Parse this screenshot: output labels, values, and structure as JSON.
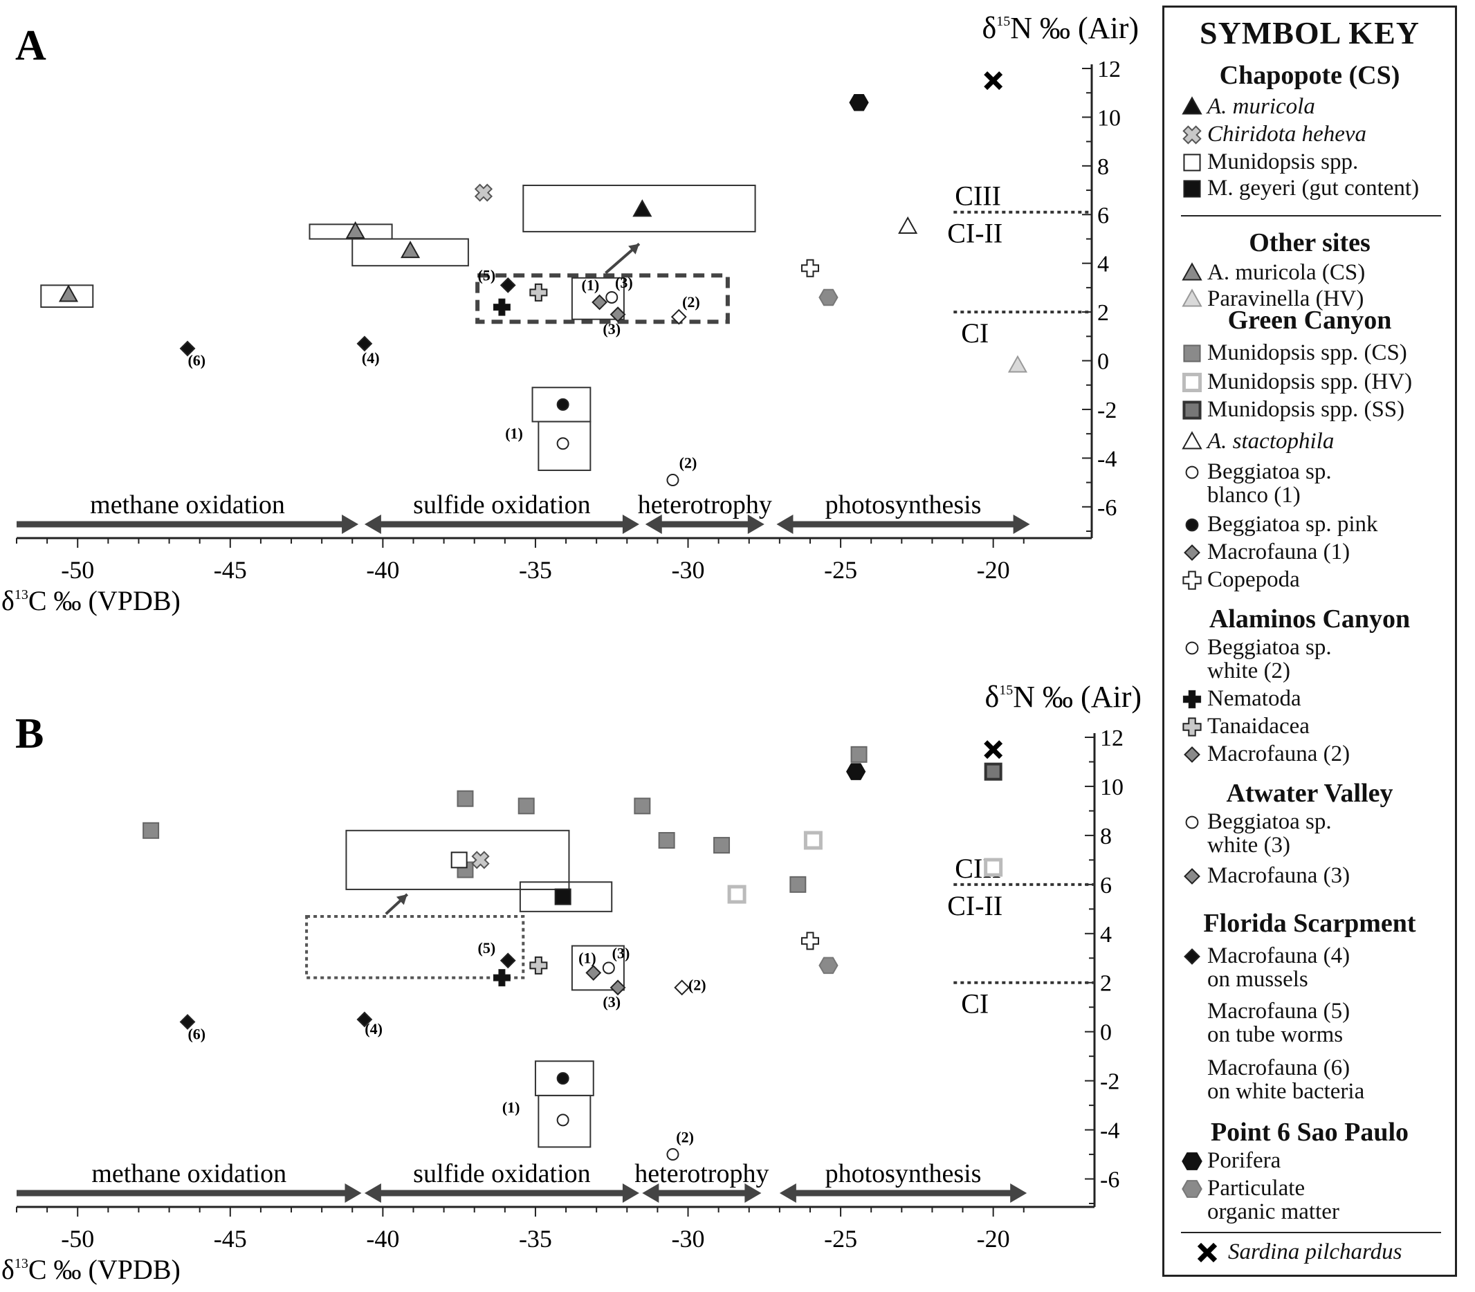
{
  "colors": {
    "black": "#111111",
    "dark_gray": "#555555",
    "mid_gray": "#8a8a8a",
    "light_gray": "#c8c8c8",
    "arrow": "#444444"
  },
  "chart_data": [
    {
      "type": "scatter",
      "panel_label": "A",
      "xlabel": "δ13C ‰ (VPDB)",
      "ylabel": "δ15N ‰ (Air)",
      "xlim": [
        -52,
        -17
      ],
      "ylim": [
        -7,
        12
      ],
      "xticks": [
        -50,
        -45,
        -40,
        -35,
        -30,
        -25,
        -20
      ],
      "yticks": [
        12,
        10,
        8,
        6,
        4,
        2,
        0,
        -2,
        -4,
        -6
      ],
      "grid": false,
      "trophic_levels": [
        {
          "label_above": "CIII",
          "label_below": "CI-II",
          "y": 6.1
        },
        {
          "label_below": "CI",
          "y": 2.0
        }
      ],
      "processes": [
        {
          "label": "methane oxidation",
          "from": -52,
          "to": -40.8,
          "style": "right"
        },
        {
          "label": "sulfide oxidation",
          "from": -40.6,
          "to": -31.6,
          "style": "both"
        },
        {
          "label": "heterotrophy",
          "from": -31.4,
          "to": -27.5,
          "style": "both"
        },
        {
          "label": "photosynthesis",
          "from": -27.1,
          "to": -18.8,
          "style": "both"
        }
      ],
      "boxes": [
        {
          "x0": -51.2,
          "x1": -49.5,
          "y0": 2.2,
          "y1": 3.1,
          "style": "solid"
        },
        {
          "x0": -42.4,
          "x1": -39.7,
          "y0": 5.0,
          "y1": 5.6,
          "style": "solid"
        },
        {
          "x0": -41.0,
          "x1": -37.2,
          "y0": 3.9,
          "y1": 5.0,
          "style": "solid"
        },
        {
          "x0": -35.4,
          "x1": -27.8,
          "y0": 5.3,
          "y1": 7.2,
          "style": "solid"
        },
        {
          "x0": -36.9,
          "x1": -28.7,
          "y0": 1.6,
          "y1": 3.5,
          "style": "dashed"
        },
        {
          "x0": -33.8,
          "x1": -32.1,
          "y0": 1.7,
          "y1": 3.4,
          "style": "solid"
        },
        {
          "x0": -35.1,
          "x1": -33.2,
          "y0": -2.5,
          "y1": -1.1,
          "style": "solid"
        },
        {
          "x0": -34.9,
          "x1": -33.2,
          "y0": -4.5,
          "y1": -2.5,
          "style": "solid"
        }
      ],
      "pointer": {
        "x0": -32.7,
        "y0": 3.6,
        "x1": -31.6,
        "y1": 4.8
      },
      "points": [
        {
          "series": "A. muricola (CS)",
          "marker": "triangle",
          "fill": "black",
          "x": -31.5,
          "y": 6.2
        },
        {
          "series": "Chiridota heheva",
          "marker": "xcross",
          "fill": "light",
          "x": -36.7,
          "y": 6.9
        },
        {
          "series": "A. muricola (CS) other sites",
          "marker": "triangle",
          "fill": "gray",
          "x": -50.3,
          "y": 2.7
        },
        {
          "series": "A. muricola (CS) other sites",
          "marker": "triangle",
          "fill": "gray",
          "x": -40.9,
          "y": 5.3
        },
        {
          "series": "A. muricola (CS) other sites",
          "marker": "triangle",
          "fill": "gray",
          "x": -39.1,
          "y": 4.5
        },
        {
          "series": "Paravinella (HV)",
          "marker": "triangle",
          "fill": "pale",
          "x": -19.2,
          "y": -0.2
        },
        {
          "series": "A. stactophila",
          "marker": "triangle",
          "fill": "white",
          "x": -22.8,
          "y": 5.5
        },
        {
          "series": "Beggiatoa sp. blanco (1)",
          "marker": "circle",
          "fill": "white",
          "x": -34.1,
          "y": -3.4
        },
        {
          "series": "Beggiatoa sp. pink",
          "marker": "circle",
          "fill": "black",
          "x": -34.1,
          "y": -1.8
        },
        {
          "series": "Beggiatoa sp. white (2)",
          "marker": "circle",
          "fill": "white",
          "x": -30.5,
          "y": -4.9
        },
        {
          "series": "Beggiatoa sp. white (3)",
          "marker": "circle",
          "fill": "white",
          "x": -32.5,
          "y": 2.6
        },
        {
          "series": "Macrofauna (1)",
          "marker": "diamond",
          "fill": "gray",
          "x": -32.9,
          "y": 2.4
        },
        {
          "series": "Macrofauna (2)",
          "marker": "diamond",
          "fill": "white",
          "x": -30.3,
          "y": 1.8
        },
        {
          "series": "Macrofauna (3)",
          "marker": "diamond",
          "fill": "gray",
          "x": -32.3,
          "y": 1.9
        },
        {
          "series": "Copepoda",
          "marker": "plus",
          "fill": "white",
          "x": -26.0,
          "y": 3.8
        },
        {
          "series": "Nematoda",
          "marker": "plus",
          "fill": "black",
          "x": -36.1,
          "y": 2.2
        },
        {
          "series": "Tanaidacea",
          "marker": "plus",
          "fill": "light",
          "x": -34.9,
          "y": 2.8
        },
        {
          "series": "Macrofauna (4) on mussels",
          "marker": "diamond",
          "fill": "black",
          "x": -40.6,
          "y": 0.7
        },
        {
          "series": "Macrofauna (5) on tube worms",
          "marker": "diamond",
          "fill": "black",
          "x": -35.9,
          "y": 3.1
        },
        {
          "series": "Macrofauna (6) on white bacteria",
          "marker": "diamond",
          "fill": "black",
          "x": -46.4,
          "y": 0.5
        },
        {
          "series": "Porifera",
          "marker": "hexagon",
          "fill": "black",
          "x": -24.4,
          "y": 10.6
        },
        {
          "series": "Particulate organic matter",
          "marker": "hexagon",
          "fill": "gray",
          "x": -25.4,
          "y": 2.6
        },
        {
          "series": "Sardina pilchardus",
          "marker": "xmark",
          "fill": "black",
          "x": -20.0,
          "y": 11.5
        }
      ],
      "annotations": [
        {
          "text": "(1)",
          "x": -35.7,
          "y": -3.2
        },
        {
          "text": "(2)",
          "x": -30.0,
          "y": -4.4
        },
        {
          "text": "(1)",
          "x": -33.2,
          "y": 2.9
        },
        {
          "text": "(3)",
          "x": -32.1,
          "y": 3.0
        },
        {
          "text": "(3)",
          "x": -32.5,
          "y": 1.1
        },
        {
          "text": "(2)",
          "x": -29.9,
          "y": 2.2
        },
        {
          "text": "(5)",
          "x": -36.6,
          "y": 3.3
        },
        {
          "text": "(4)",
          "x": -40.4,
          "y": -0.1
        },
        {
          "text": "(6)",
          "x": -46.1,
          "y": -0.2
        }
      ]
    },
    {
      "type": "scatter",
      "panel_label": "B",
      "xlabel": "δ13C ‰ (VPDB)",
      "ylabel": "δ15N ‰ (Air)",
      "xlim": [
        -52,
        -17
      ],
      "ylim": [
        -7,
        12
      ],
      "xticks": [
        -50,
        -45,
        -40,
        -35,
        -30,
        -25,
        -20
      ],
      "yticks": [
        12,
        10,
        8,
        6,
        4,
        2,
        0,
        -2,
        -4,
        -6
      ],
      "grid": false,
      "trophic_levels": [
        {
          "label_above": "CIII",
          "label_below": "CI-II",
          "y": 6.0
        },
        {
          "label_below": "CI",
          "y": 2.0
        }
      ],
      "processes": [
        {
          "label": "methane oxidation",
          "from": -52,
          "to": -40.7,
          "style": "right"
        },
        {
          "label": "sulfide oxidation",
          "from": -40.6,
          "to": -31.6,
          "style": "both"
        },
        {
          "label": "heterotrophy",
          "from": -31.5,
          "to": -27.6,
          "style": "both"
        },
        {
          "label": "photosynthesis",
          "from": -27.0,
          "to": -18.9,
          "style": "both"
        }
      ],
      "boxes": [
        {
          "x0": -41.2,
          "x1": -33.9,
          "y0": 5.8,
          "y1": 8.2,
          "style": "solid"
        },
        {
          "x0": -35.5,
          "x1": -32.5,
          "y0": 4.9,
          "y1": 6.1,
          "style": "solid"
        },
        {
          "x0": -42.5,
          "x1": -35.4,
          "y0": 2.2,
          "y1": 4.7,
          "style": "dotted"
        },
        {
          "x0": -33.8,
          "x1": -32.1,
          "y0": 1.7,
          "y1": 3.5,
          "style": "solid"
        },
        {
          "x0": -35.0,
          "x1": -33.1,
          "y0": -2.6,
          "y1": -1.2,
          "style": "solid"
        },
        {
          "x0": -34.9,
          "x1": -33.2,
          "y0": -4.7,
          "y1": -2.6,
          "style": "solid"
        }
      ],
      "pointer": {
        "x0": -39.9,
        "y0": 4.8,
        "x1": -39.2,
        "y1": 5.6
      },
      "points": [
        {
          "series": "Munidopsis spp. (CS) Green Canyon",
          "marker": "square",
          "fill": "gray",
          "x": -47.6,
          "y": 8.2
        },
        {
          "series": "Munidopsis spp. (CS) Green Canyon",
          "marker": "square",
          "fill": "gray",
          "x": -37.3,
          "y": 9.5
        },
        {
          "series": "Munidopsis spp. (CS) Green Canyon",
          "marker": "square",
          "fill": "gray",
          "x": -35.3,
          "y": 9.2
        },
        {
          "series": "Munidopsis spp. (CS) Green Canyon",
          "marker": "square",
          "fill": "gray",
          "x": -31.5,
          "y": 9.2
        },
        {
          "series": "Munidopsis spp. (CS) Green Canyon",
          "marker": "square",
          "fill": "gray",
          "x": -30.7,
          "y": 7.8
        },
        {
          "series": "Munidopsis spp. (CS) Green Canyon",
          "marker": "square",
          "fill": "gray",
          "x": -28.9,
          "y": 7.6
        },
        {
          "series": "Munidopsis spp. (CS) Green Canyon",
          "marker": "square",
          "fill": "gray",
          "x": -26.4,
          "y": 6.0
        },
        {
          "series": "Munidopsis spp. (CS) Green Canyon",
          "marker": "square",
          "fill": "gray",
          "x": -24.4,
          "y": 11.3
        },
        {
          "series": "Munidopsis spp. (CS) Green Canyon",
          "marker": "square",
          "fill": "gray",
          "x": -37.3,
          "y": 6.6
        },
        {
          "series": "Munidopsis spp. (HV)",
          "marker": "square",
          "fill": "hollow_light",
          "x": -28.4,
          "y": 5.6
        },
        {
          "series": "Munidopsis spp. (HV)",
          "marker": "square",
          "fill": "hollow_light",
          "x": -25.9,
          "y": 7.8
        },
        {
          "series": "Munidopsis spp. (HV)",
          "marker": "square",
          "fill": "hollow_light",
          "x": -20.0,
          "y": 6.7
        },
        {
          "series": "Munidopsis spp. (SS)",
          "marker": "square",
          "fill": "dark",
          "x": -20.0,
          "y": 10.6
        },
        {
          "series": "Munidopsis spp. (Chapopote)",
          "marker": "square",
          "fill": "white",
          "x": -37.5,
          "y": 7.0
        },
        {
          "series": "M. geyeri (gut content)",
          "marker": "square",
          "fill": "black",
          "x": -34.1,
          "y": 5.5
        },
        {
          "series": "Chiridota heheva",
          "marker": "xcross",
          "fill": "light",
          "x": -36.8,
          "y": 7.0
        },
        {
          "series": "Beggiatoa sp. pink",
          "marker": "circle",
          "fill": "black",
          "x": -34.1,
          "y": -1.9
        },
        {
          "series": "Beggiatoa sp. blanco (1)",
          "marker": "circle",
          "fill": "white",
          "x": -34.1,
          "y": -3.6
        },
        {
          "series": "Beggiatoa sp. white (2)",
          "marker": "circle",
          "fill": "white",
          "x": -30.5,
          "y": -5.0
        },
        {
          "series": "Beggiatoa sp. white (3)",
          "marker": "circle",
          "fill": "white",
          "x": -32.6,
          "y": 2.6
        },
        {
          "series": "Macrofauna (1)",
          "marker": "diamond",
          "fill": "gray",
          "x": -33.1,
          "y": 2.4
        },
        {
          "series": "Macrofauna (2)",
          "marker": "diamond",
          "fill": "white",
          "x": -30.2,
          "y": 1.8
        },
        {
          "series": "Macrofauna (3)",
          "marker": "diamond",
          "fill": "gray",
          "x": -32.3,
          "y": 1.8
        },
        {
          "series": "Copepoda",
          "marker": "plus",
          "fill": "white",
          "x": -26.0,
          "y": 3.7
        },
        {
          "series": "Nematoda",
          "marker": "plus",
          "fill": "black",
          "x": -36.1,
          "y": 2.2
        },
        {
          "series": "Tanaidacea",
          "marker": "plus",
          "fill": "light",
          "x": -34.9,
          "y": 2.7
        },
        {
          "series": "Macrofauna (4) on mussels",
          "marker": "diamond",
          "fill": "black",
          "x": -40.6,
          "y": 0.5
        },
        {
          "series": "Macrofauna (5) on tube worms",
          "marker": "diamond",
          "fill": "black",
          "x": -35.9,
          "y": 2.9
        },
        {
          "series": "Macrofauna (6) on white bacteria",
          "marker": "diamond",
          "fill": "black",
          "x": -46.4,
          "y": 0.4
        },
        {
          "series": "Porifera",
          "marker": "hexagon",
          "fill": "black",
          "x": -24.5,
          "y": 10.6
        },
        {
          "series": "Particulate organic matter",
          "marker": "hexagon",
          "fill": "gray",
          "x": -25.4,
          "y": 2.7
        },
        {
          "series": "Sardina pilchardus",
          "marker": "xmark",
          "fill": "black",
          "x": -20.0,
          "y": 11.5
        }
      ],
      "annotations": [
        {
          "text": "(1)",
          "x": -35.8,
          "y": -3.3
        },
        {
          "text": "(2)",
          "x": -30.1,
          "y": -4.5
        },
        {
          "text": "(1)",
          "x": -33.3,
          "y": 2.8
        },
        {
          "text": "(3)",
          "x": -32.2,
          "y": 3.0
        },
        {
          "text": "(3)",
          "x": -32.5,
          "y": 1.0
        },
        {
          "text": "(2)",
          "x": -29.7,
          "y": 1.7
        },
        {
          "text": "(5)",
          "x": -36.6,
          "y": 3.2
        },
        {
          "text": "(4)",
          "x": -40.3,
          "y": -0.1
        },
        {
          "text": "(6)",
          "x": -46.1,
          "y": -0.3
        }
      ]
    }
  ],
  "symbol_key": {
    "title": "SYMBOL KEY",
    "groups": [
      {
        "name": "Chapopote (CS)",
        "entries": [
          {
            "symbol": "triangle-black",
            "label": "A. muricola",
            "italic": true
          },
          {
            "symbol": "xcross-light",
            "label": "Chiridota heheva",
            "italic": true
          },
          {
            "symbol": "square-white",
            "label": "Munidopsis spp.",
            "italic": false
          },
          {
            "symbol": "square-black",
            "label": "M. geyeri (gut content)",
            "italic": false
          }
        ]
      },
      {
        "name": "Other sites",
        "entries": [
          {
            "symbol": "triangle-gray",
            "label": "A. muricola (CS)",
            "italic": false
          },
          {
            "symbol": "triangle-pale",
            "label": "Paravinella (HV)",
            "italic": false
          }
        ]
      },
      {
        "name": "Green Canyon",
        "entries": [
          {
            "symbol": "square-gray",
            "label": "Munidopsis spp. (CS)",
            "italic": false
          },
          {
            "symbol": "square-hollow-light",
            "label": "Munidopsis spp. (HV)",
            "italic": false
          },
          {
            "symbol": "square-dark",
            "label": "Munidopsis spp. (SS)",
            "italic": false
          },
          {
            "symbol": "triangle-white",
            "label": "A. stactophila",
            "italic": true
          },
          {
            "symbol": "circle-white",
            "label": "Beggiatoa sp.\n  blanco (1)",
            "italic": false
          },
          {
            "symbol": "circle-black",
            "label": "Beggiatoa sp. pink",
            "italic": false
          },
          {
            "symbol": "diamond-gray",
            "label": "Macrofauna (1)",
            "italic": false
          },
          {
            "symbol": "plus-white",
            "label": "Copepoda",
            "italic": false
          }
        ]
      },
      {
        "name": "Alaminos Canyon",
        "entries": [
          {
            "symbol": "circle-white",
            "label": "Beggiatoa sp.\n  white (2)",
            "italic": false
          },
          {
            "symbol": "plus-black",
            "label": "Nematoda",
            "italic": false
          },
          {
            "symbol": "plus-light",
            "label": "Tanaidacea",
            "italic": false
          },
          {
            "symbol": "diamond-gray",
            "label": "Macrofauna (2)",
            "italic": false
          }
        ]
      },
      {
        "name": "Atwater Valley",
        "entries": [
          {
            "symbol": "circle-white",
            "label": "Beggiatoa sp.\n  white (3)",
            "italic": false
          },
          {
            "symbol": "diamond-gray",
            "label": "Macrofauna (3)",
            "italic": false
          }
        ]
      },
      {
        "name": "Florida Scarpment",
        "entries": [
          {
            "symbol": "diamond-black",
            "label": "Macrofauna (4)\non mussels",
            "italic": false
          },
          {
            "symbol": "none",
            "label": "Macrofauna (5)\non tube worms",
            "italic": false
          },
          {
            "symbol": "none",
            "label": "Macrofauna (6)\non white bacteria",
            "italic": false
          }
        ]
      },
      {
        "name": "Point 6 Sao Paulo",
        "entries": [
          {
            "symbol": "hexagon-black",
            "label": "Porifera",
            "italic": false
          },
          {
            "symbol": "hexagon-gray",
            "label": "Particulate\norganic matter",
            "italic": false
          }
        ]
      }
    ],
    "footer_entry": {
      "symbol": "xmark-black",
      "label": "Sardina pilchardus",
      "italic": true
    }
  }
}
